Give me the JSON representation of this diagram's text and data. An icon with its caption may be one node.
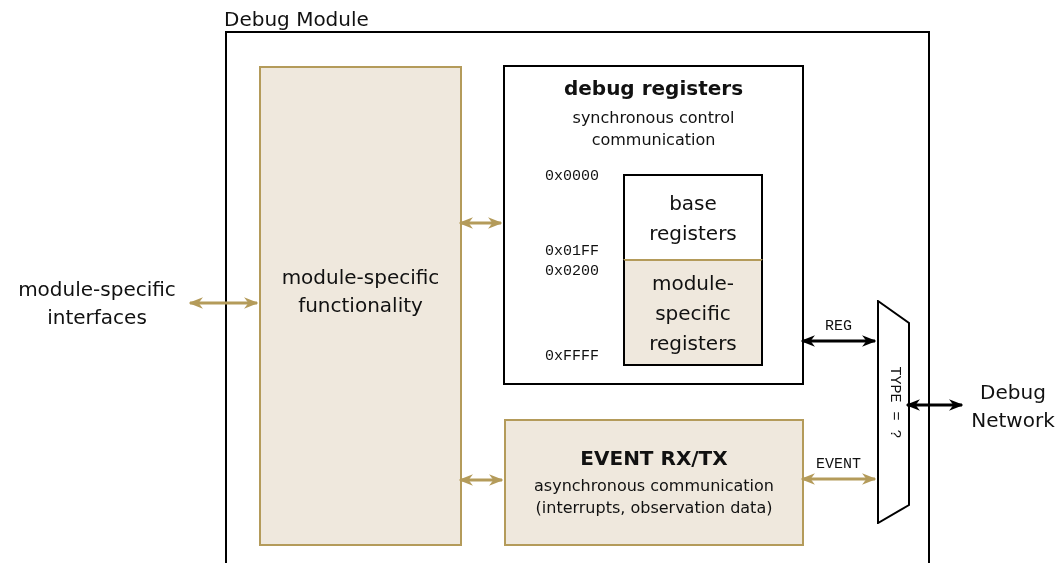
{
  "diagram": {
    "nodes": [
      {
        "text": [
          "Debug Module"
        ]
      },
      {
        "text": [
          "module-specific functionality"
        ],
        "in": 0
      },
      {
        "text": [
          "debug registers",
          "synchronous control communication"
        ],
        "in": 0
      },
      {
        "text": [
          "base registers"
        ],
        "in": 2
      },
      {
        "text": [
          "module-specific registers"
        ],
        "in": 2
      },
      {
        "text": [
          "EVENT RX/TX",
          "asynchronous communication (interrupts, observation data)"
        ],
        "in": 0
      },
      {
        "text": [
          "TYPE = ?"
        ],
        "in": 0
      },
      {
        "text": [
          "module-specific interfaces"
        ]
      },
      {
        "text": [
          "Debug Network"
        ]
      }
    ],
    "edges": [
      {
        "from": 7,
        "to": 1,
        "arrow": "both"
      },
      {
        "from": 1,
        "to": 2,
        "arrow": "both"
      },
      {
        "from": 1,
        "to": 5,
        "arrow": "both"
      },
      {
        "from": 2,
        "to": 6,
        "arrow": "both",
        "label": "REG",
        "color": "#000000"
      },
      {
        "from": 5,
        "to": 6,
        "arrow": "both",
        "label": "EVENT"
      },
      {
        "from": 6,
        "to": 8,
        "arrow": "both",
        "color": "#000000"
      }
    ],
    "labels": [
      "0x0000",
      "0x01FF",
      "0x0200",
      "0xFFFF"
    ]
  }
}
